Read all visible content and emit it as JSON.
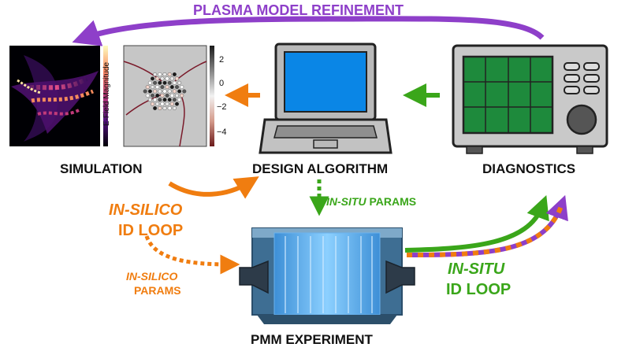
{
  "title": "PLASMA MODEL REFINEMENT",
  "nodes": {
    "simulation": "SIMULATION",
    "design_algorithm": "DESIGN ALGORITHM",
    "diagnostics": "DIAGNOSTICS",
    "pmm_experiment": "PMM EXPERIMENT"
  },
  "simulation_panel": {
    "colorbar_label": "E-Field Magnitude",
    "ticks": [
      "2",
      "0",
      "−2",
      "−4"
    ]
  },
  "in_silico_loop": {
    "line1": "IN-SILICO",
    "line2": "ID LOOP"
  },
  "in_silico_params": {
    "line1": "IN-SILICO",
    "line2": "PARAMS"
  },
  "in_situ_params": {
    "italic": "IN-SITU",
    "rest": " PARAMS"
  },
  "in_situ_loop": {
    "line1": "IN-SITU",
    "line2": "ID LOOP"
  },
  "colors": {
    "purple": "#8e3fc9",
    "orange": "#f07d10",
    "green": "#3aa61a",
    "screen": "#0a86e6",
    "scope_screen": "#1e8a3c",
    "scope_body": "#c9c9c9",
    "plasma_blue": "#4aa3e8"
  }
}
